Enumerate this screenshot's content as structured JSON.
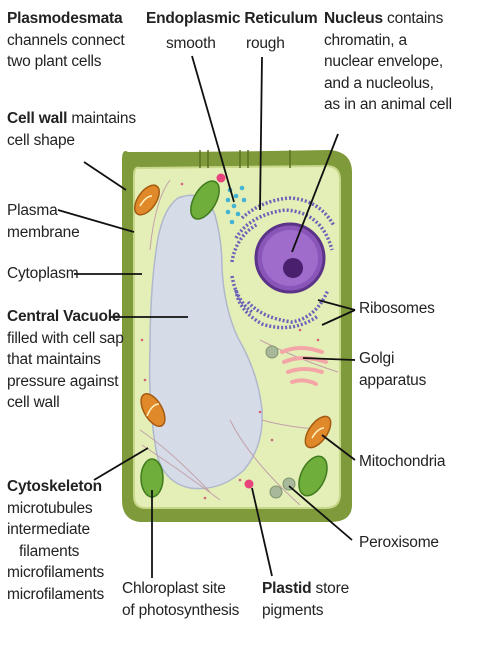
{
  "labels": {
    "plasmodesmata": {
      "title": "Plasmodesmata",
      "lines": [
        "channels connect",
        "two plant cells"
      ]
    },
    "er": {
      "title": "Endoplasmic Reticulum",
      "smooth": "smooth",
      "rough": "rough"
    },
    "nucleus": {
      "title": "Nucleus",
      "title_rest": " contains",
      "lines": [
        "chromatin, a",
        "nuclear envelope,",
        "and a nucleolus,",
        "as in an animal cell"
      ]
    },
    "cell_wall": {
      "title": "Cell wall",
      "title_rest": " maintains",
      "lines": [
        "cell shape"
      ]
    },
    "plasma_membrane": {
      "lines": [
        "Plasma",
        "membrane"
      ]
    },
    "cytoplasm": {
      "text": "Cytoplasm"
    },
    "central_vacuole": {
      "title": "Central Vacuole",
      "lines": [
        "filled with cell sap",
        "that maintains",
        "pressure against",
        "cell wall"
      ]
    },
    "ribosomes": {
      "text": "Ribosomes"
    },
    "golgi": {
      "lines": [
        "Golgi",
        "apparatus"
      ]
    },
    "mitochondria": {
      "text": "Mitochondria"
    },
    "cytoskeleton": {
      "title": "Cytoskeleton",
      "lines": [
        "microtubules",
        "intermediate",
        "filaments",
        "microfilaments",
        "microfilaments"
      ]
    },
    "chloroplast": {
      "lines": [
        "Chloroplast site",
        "of photosynthesis"
      ]
    },
    "plastid": {
      "title": "Plastid",
      "title_rest": " store",
      "lines": [
        "pigments"
      ]
    },
    "peroxisome": {
      "text": "Peroxisome"
    }
  },
  "colors": {
    "cell_wall": "#7f9a3a",
    "cytoplasm": "#e4efb8",
    "vacuole": "#d6dbe8",
    "nucleus": "#8a55b8",
    "nucleolus": "#4a1f6e",
    "rough_er": "#6b63b8",
    "smooth_er": "#43b4d4",
    "golgi": "#f4a6a6",
    "mitochondria": "#e0892a",
    "chloroplast": "#6fae3a",
    "plastid": "#e8437a",
    "peroxisome": "#a8b89a"
  }
}
